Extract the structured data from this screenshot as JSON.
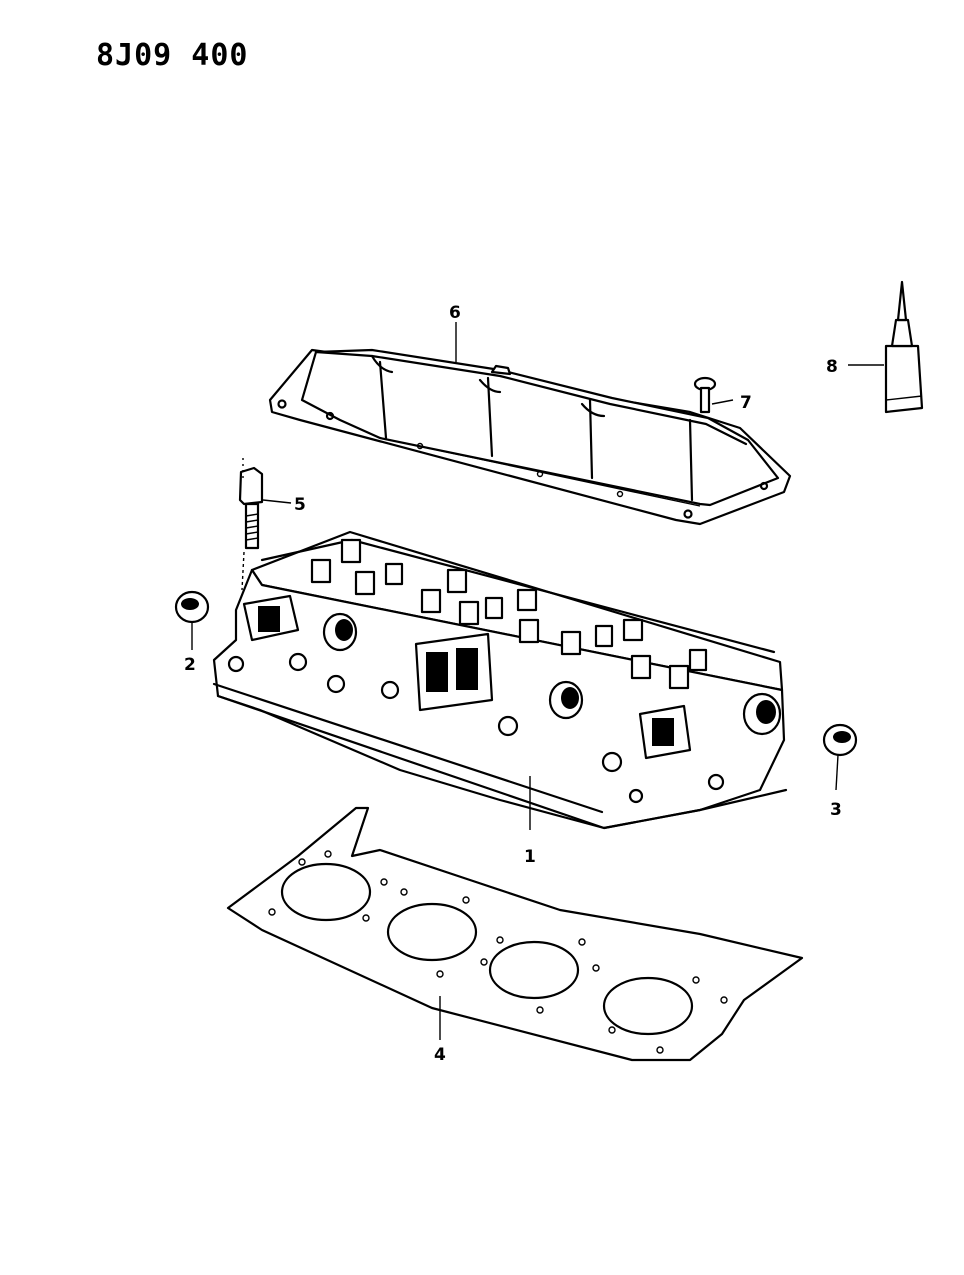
{
  "diagram_code": "8J09 400",
  "callouts": [
    {
      "id": "1",
      "label": "1"
    },
    {
      "id": "2",
      "label": "2"
    },
    {
      "id": "3",
      "label": "3"
    },
    {
      "id": "4",
      "label": "4"
    },
    {
      "id": "5",
      "label": "5"
    },
    {
      "id": "6",
      "label": "6"
    },
    {
      "id": "7",
      "label": "7"
    },
    {
      "id": "8",
      "label": "8"
    }
  ]
}
